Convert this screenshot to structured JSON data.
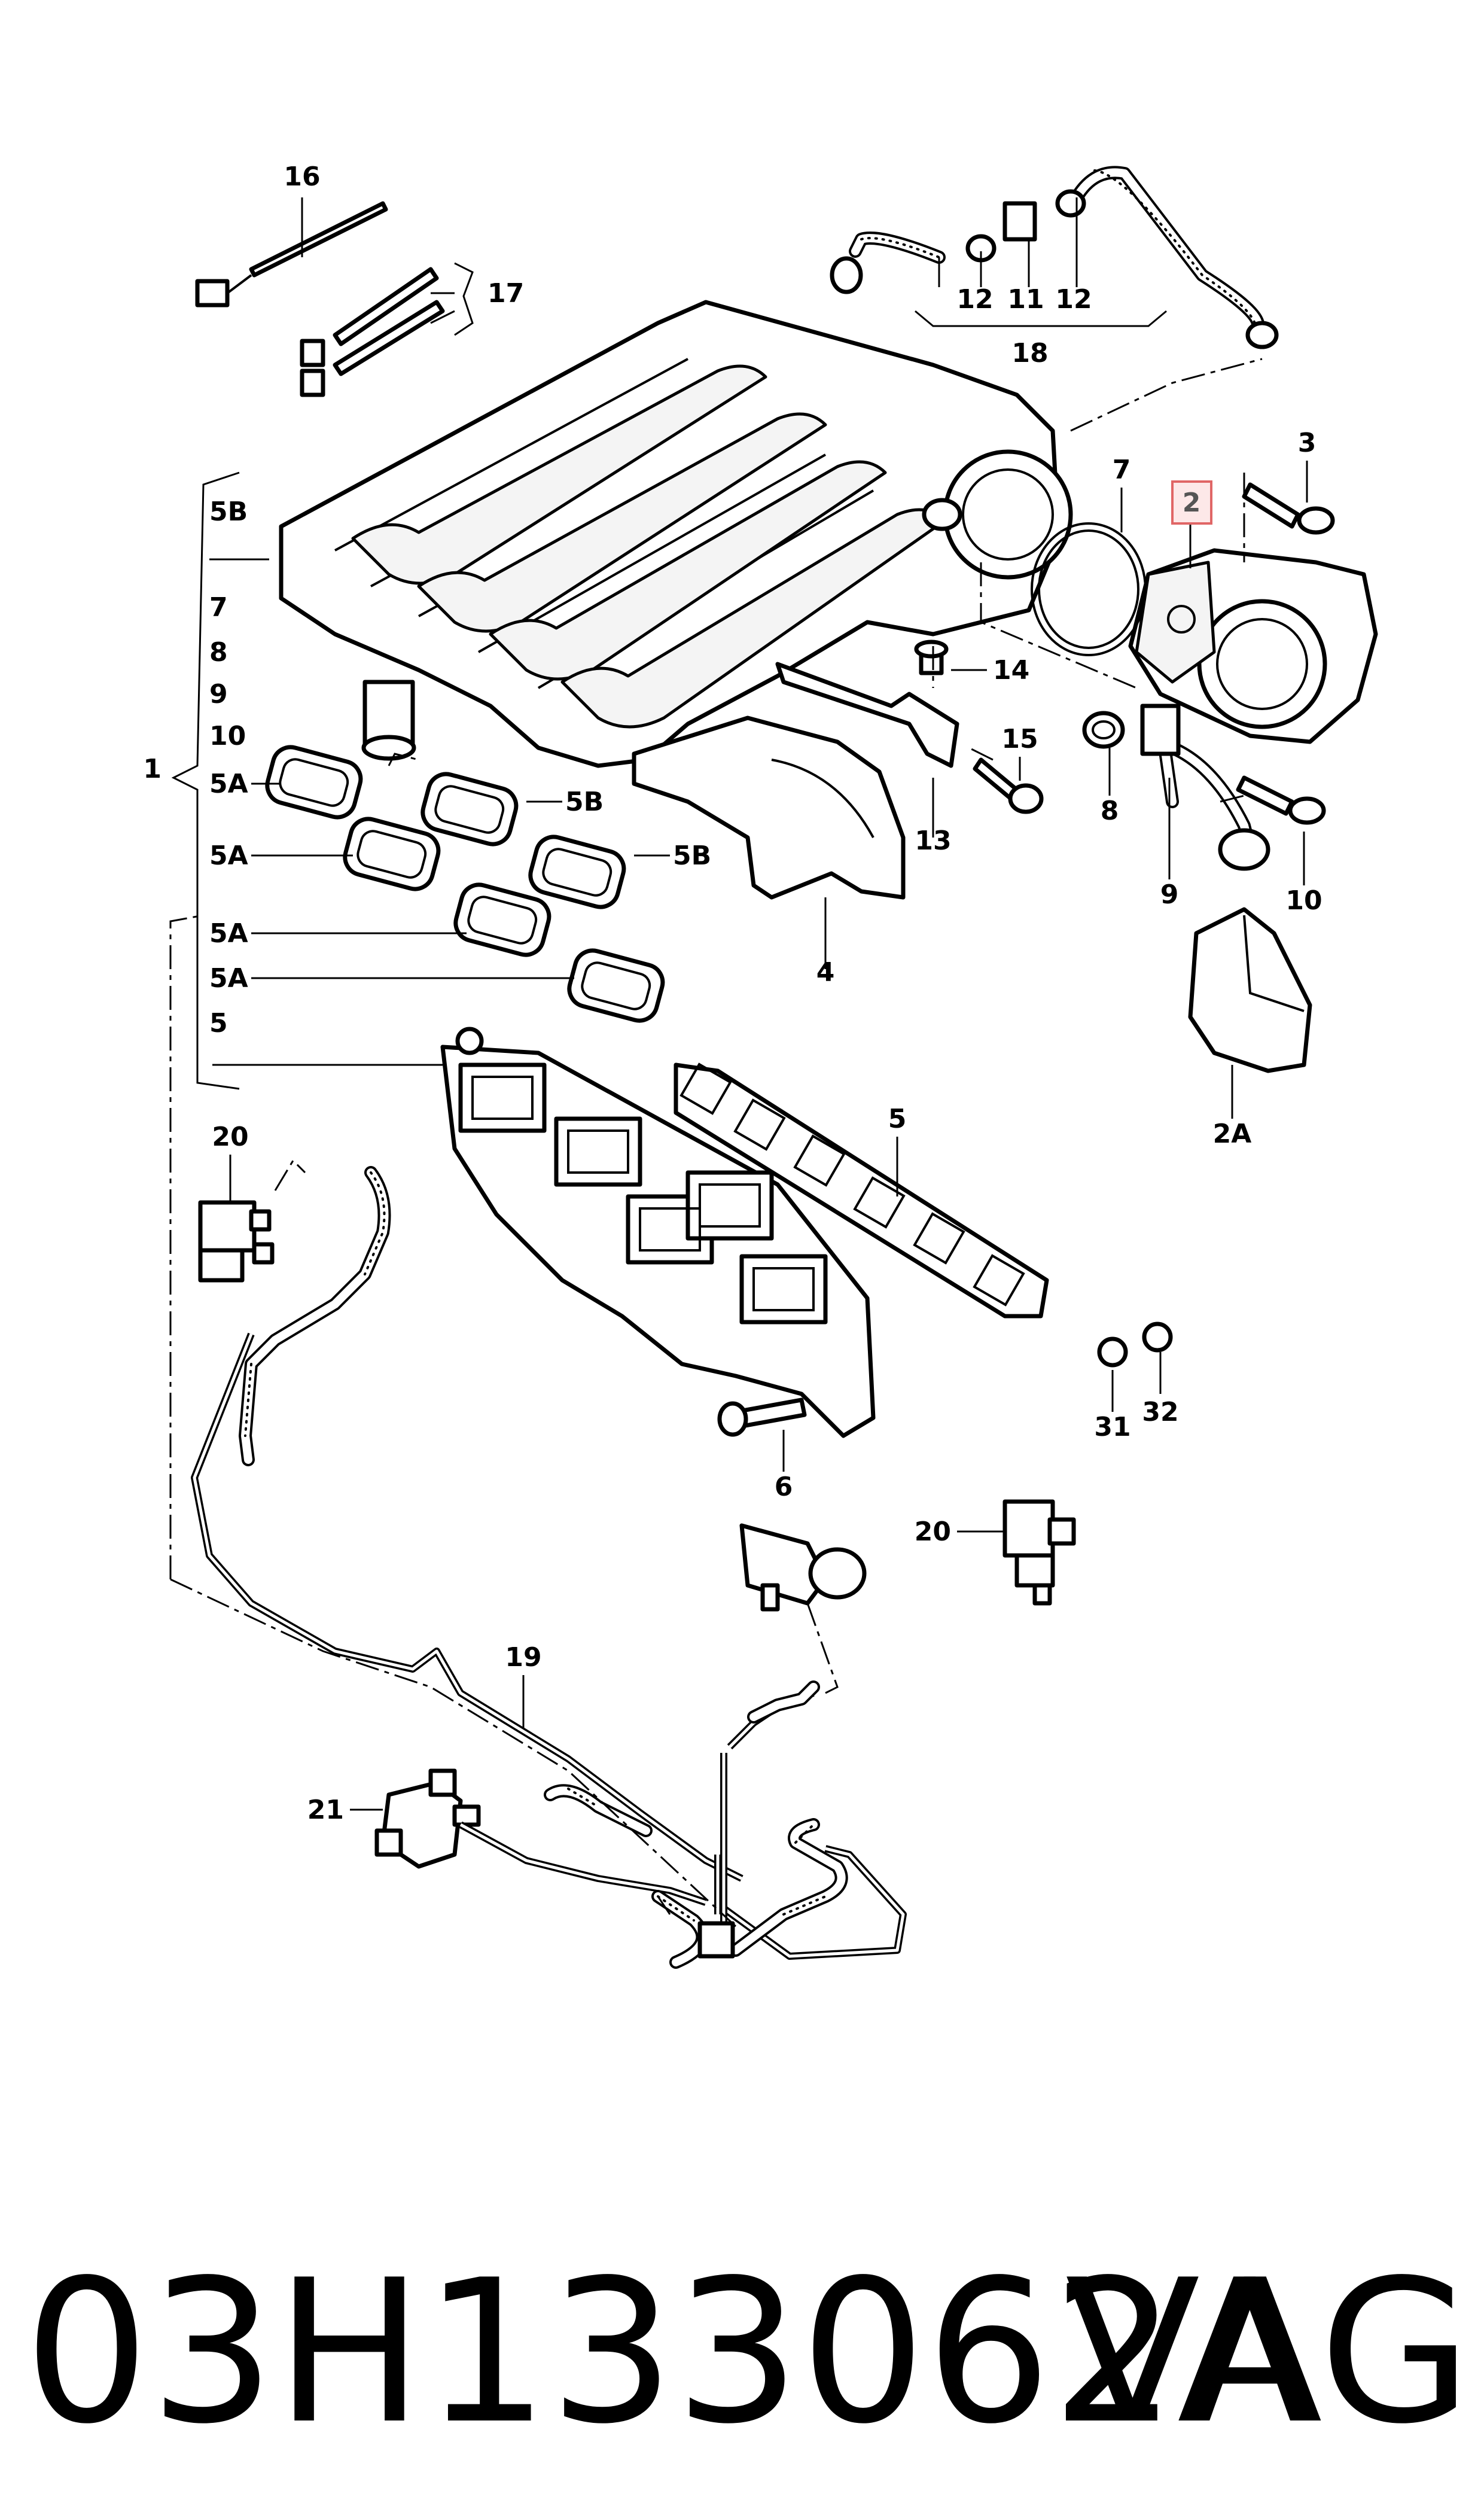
{
  "callouts": {
    "c1": "1",
    "c2": "2",
    "c2a": "2A",
    "c3": "3",
    "c4": "4",
    "c5": "5",
    "c5_list": "5",
    "c5a_1": "5A",
    "c5a_2": "5A",
    "c5a_3": "5A",
    "c5a_4": "5A",
    "c5b_list": "5B",
    "c5b_1": "5B",
    "c5b_2": "5B",
    "c6": "6",
    "c7": "7",
    "c7_list": "7",
    "c8": "8",
    "c8_list": "8",
    "c9": "9",
    "c9_list": "9",
    "c10": "10",
    "c10_list": "10",
    "c11": "11",
    "c12a": "12",
    "c12b": "12",
    "c13": "13",
    "c14": "14",
    "c15": "15",
    "c16": "16",
    "c17": "17",
    "c18": "18",
    "c19": "19",
    "c20a": "20",
    "c20b": "20",
    "c21": "21",
    "c31": "31",
    "c32": "32"
  },
  "caption": {
    "part_number": "03H133062A",
    "brand": "VAG"
  },
  "colors": {
    "highlight_fill": "#fde8e8",
    "highlight_border": "#e06666",
    "line": "#000000"
  }
}
